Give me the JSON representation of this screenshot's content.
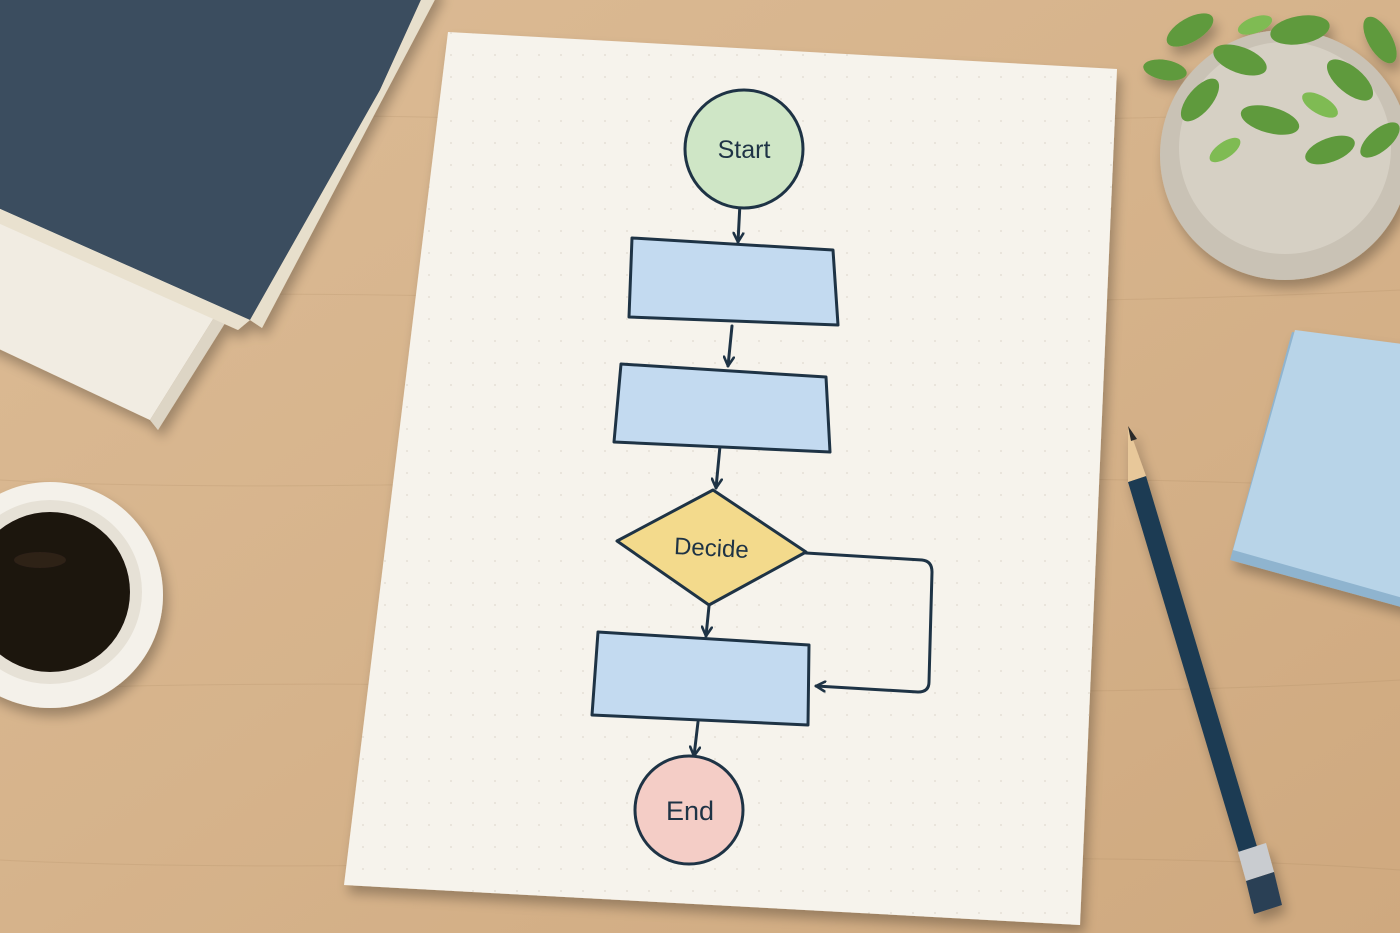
{
  "diagram": {
    "type": "flowchart",
    "nodes": [
      {
        "id": "start",
        "shape": "circle",
        "label": "Start",
        "fill": "#cfe6c6"
      },
      {
        "id": "step1",
        "shape": "rectangle",
        "label": "",
        "fill": "#c3daf0"
      },
      {
        "id": "step2",
        "shape": "rectangle",
        "label": "",
        "fill": "#c3daf0"
      },
      {
        "id": "decide",
        "shape": "diamond",
        "label": "Decide",
        "fill": "#f3da8c"
      },
      {
        "id": "step3",
        "shape": "rectangle",
        "label": "",
        "fill": "#c3daf0"
      },
      {
        "id": "end",
        "shape": "circle",
        "label": "End",
        "fill": "#f4cdc6"
      }
    ],
    "edges": [
      {
        "from": "start",
        "to": "step1"
      },
      {
        "from": "step1",
        "to": "step2"
      },
      {
        "from": "step2",
        "to": "decide"
      },
      {
        "from": "decide",
        "to": "step3"
      },
      {
        "from": "decide",
        "to": "step3",
        "route": "loop-right"
      },
      {
        "from": "step3",
        "to": "end"
      }
    ],
    "stroke_color": "#1e3345"
  },
  "scene": {
    "desk_color": "#d8b690",
    "paper_color": "#f6f3ec",
    "objects": [
      "notebook-stack",
      "coffee-mug",
      "potted-plant",
      "sticky-note-pad",
      "pencil"
    ]
  }
}
